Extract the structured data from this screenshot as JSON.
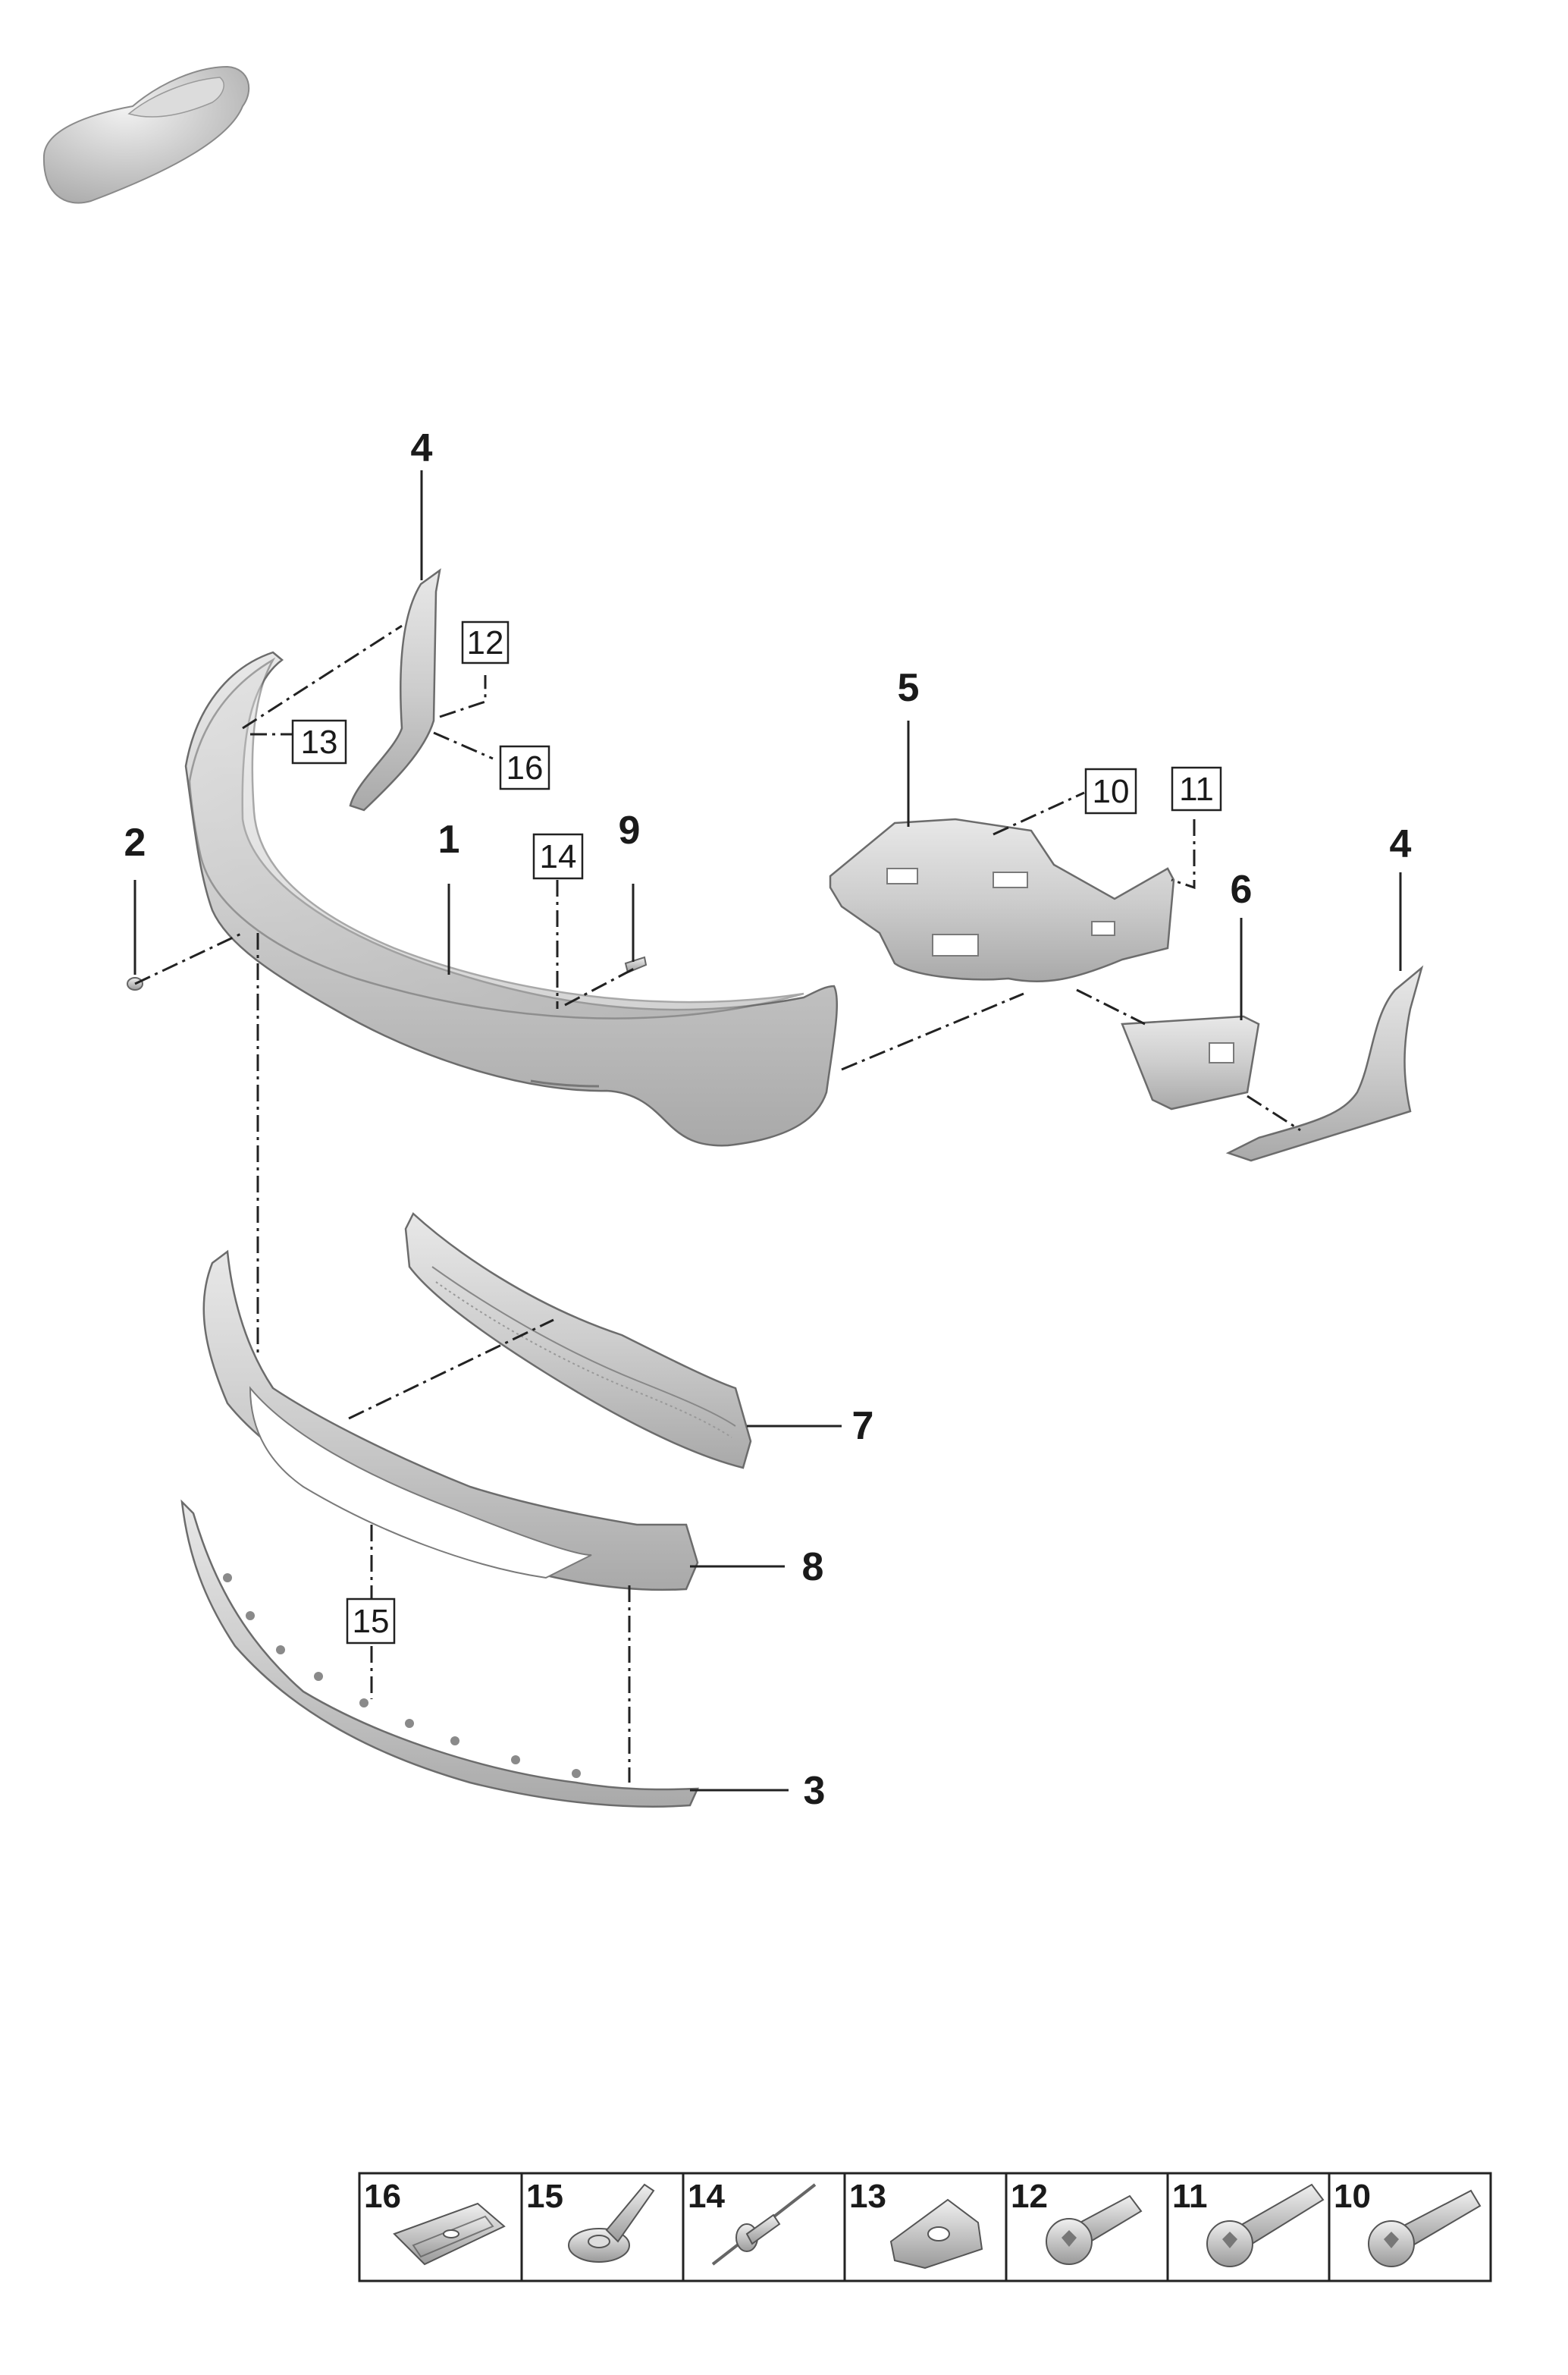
{
  "callouts": {
    "c1": "1",
    "c2": "2",
    "c3": "3",
    "c4a": "4",
    "c4b": "4",
    "c5": "5",
    "c6": "6",
    "c7": "7",
    "c8": "8",
    "c9": "9"
  },
  "boxed_callouts": {
    "b10": "10",
    "b11": "11",
    "b12": "12",
    "b13": "13",
    "b14": "14",
    "b15": "15",
    "b16": "16"
  },
  "legend": {
    "cells": [
      {
        "number": "16",
        "icon": "clip-nut-icon"
      },
      {
        "number": "15",
        "icon": "expanding-rivet-icon"
      },
      {
        "number": "14",
        "icon": "blind-rivet-icon"
      },
      {
        "number": "13",
        "icon": "spring-nut-icon"
      },
      {
        "number": "12",
        "icon": "torx-screw-short-icon"
      },
      {
        "number": "11",
        "icon": "torx-screw-long-icon"
      },
      {
        "number": "10",
        "icon": "torx-screw-icon"
      }
    ]
  },
  "colors": {
    "part_fill": "#c9c9c9",
    "part_highlight": "#e6e6e6",
    "line": "#222222"
  }
}
